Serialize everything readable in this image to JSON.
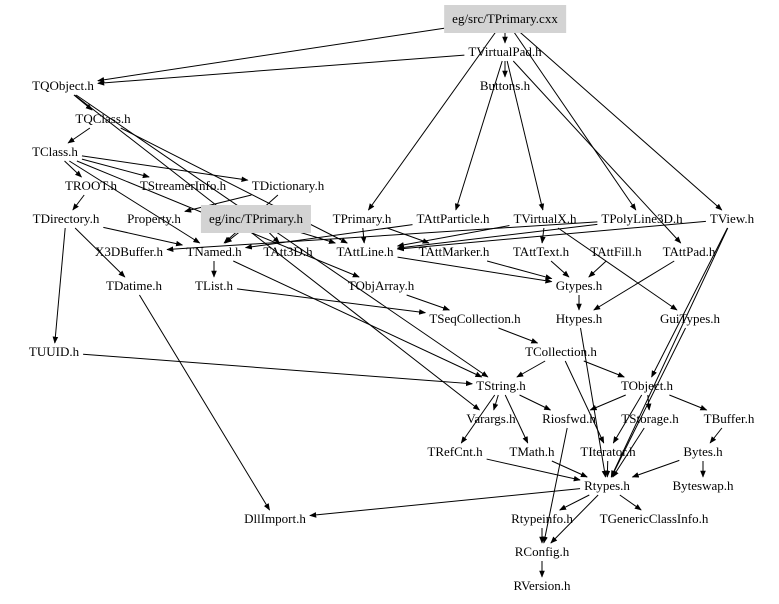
{
  "title": "eg/src/TPrimary.cxx include dependency graph",
  "colors": {
    "highlight": "#d3d3d3",
    "edge": "#000000",
    "text": "#000000",
    "background": "#ffffff"
  },
  "nodes": [
    {
      "id": "TPrimary_cxx",
      "label": "eg/src/TPrimary.cxx",
      "highlight": true
    },
    {
      "id": "TVirtualPad",
      "label": "TVirtualPad.h"
    },
    {
      "id": "Buttons",
      "label": "Buttons.h"
    },
    {
      "id": "TQObject",
      "label": "TQObject.h"
    },
    {
      "id": "TQClass",
      "label": "TQClass.h"
    },
    {
      "id": "TClass",
      "label": "TClass.h"
    },
    {
      "id": "TROOT",
      "label": "TROOT.h"
    },
    {
      "id": "TStreamerInfo",
      "label": "TStreamerInfo.h"
    },
    {
      "id": "TDictionary",
      "label": "TDictionary.h"
    },
    {
      "id": "TDirectory",
      "label": "TDirectory.h"
    },
    {
      "id": "Property",
      "label": "Property.h"
    },
    {
      "id": "TPrimary_inc",
      "label": "eg/inc/TPrimary.h",
      "highlight": true
    },
    {
      "id": "TPrimary_h",
      "label": "TPrimary.h"
    },
    {
      "id": "TAttParticle",
      "label": "TAttParticle.h"
    },
    {
      "id": "TVirtualX",
      "label": "TVirtualX.h"
    },
    {
      "id": "TPolyLine3D",
      "label": "TPolyLine3D.h"
    },
    {
      "id": "TView",
      "label": "TView.h"
    },
    {
      "id": "X3DBuffer",
      "label": "X3DBuffer.h"
    },
    {
      "id": "TNamed",
      "label": "TNamed.h"
    },
    {
      "id": "TAtt3D",
      "label": "TAtt3D.h"
    },
    {
      "id": "TAttLine",
      "label": "TAttLine.h"
    },
    {
      "id": "TAttMarker",
      "label": "TAttMarker.h"
    },
    {
      "id": "TAttText",
      "label": "TAttText.h"
    },
    {
      "id": "TAttFill",
      "label": "TAttFill.h"
    },
    {
      "id": "TAttPad",
      "label": "TAttPad.h"
    },
    {
      "id": "TDatime",
      "label": "TDatime.h"
    },
    {
      "id": "TList",
      "label": "TList.h"
    },
    {
      "id": "TObjArray",
      "label": "TObjArray.h"
    },
    {
      "id": "Gtypes",
      "label": "Gtypes.h"
    },
    {
      "id": "TSeqCollection",
      "label": "TSeqCollection.h"
    },
    {
      "id": "Htypes",
      "label": "Htypes.h"
    },
    {
      "id": "GuiTypes",
      "label": "GuiTypes.h"
    },
    {
      "id": "TUUID",
      "label": "TUUID.h"
    },
    {
      "id": "TCollection",
      "label": "TCollection.h"
    },
    {
      "id": "TString",
      "label": "TString.h"
    },
    {
      "id": "TObject",
      "label": "TObject.h"
    },
    {
      "id": "Varargs",
      "label": "Varargs.h"
    },
    {
      "id": "Riosfwd",
      "label": "Riosfwd.h"
    },
    {
      "id": "TStorage",
      "label": "TStorage.h"
    },
    {
      "id": "TBuffer",
      "label": "TBuffer.h"
    },
    {
      "id": "TRefCnt",
      "label": "TRefCnt.h"
    },
    {
      "id": "TMath",
      "label": "TMath.h"
    },
    {
      "id": "TIterator",
      "label": "TIterator.h"
    },
    {
      "id": "Bytes",
      "label": "Bytes.h"
    },
    {
      "id": "Rtypes",
      "label": "Rtypes.h"
    },
    {
      "id": "Byteswap",
      "label": "Byteswap.h"
    },
    {
      "id": "DllImport",
      "label": "DllImport.h"
    },
    {
      "id": "Rtypeinfo",
      "label": "Rtypeinfo.h"
    },
    {
      "id": "TGenericClassInfo",
      "label": "TGenericClassInfo.h"
    },
    {
      "id": "RConfig",
      "label": "RConfig.h"
    },
    {
      "id": "RVersion",
      "label": "RVersion.h"
    }
  ],
  "edges": [
    [
      "TPrimary_cxx",
      "TVirtualPad"
    ],
    [
      "TPrimary_cxx",
      "TQObject"
    ],
    [
      "TPrimary_cxx",
      "TPrimary_h"
    ],
    [
      "TPrimary_cxx",
      "TView"
    ],
    [
      "TPrimary_cxx",
      "TPolyLine3D"
    ],
    [
      "TVirtualPad",
      "Buttons"
    ],
    [
      "TVirtualPad",
      "TQObject"
    ],
    [
      "TVirtualPad",
      "TAttPad"
    ],
    [
      "TVirtualPad",
      "TVirtualX"
    ],
    [
      "TVirtualPad",
      "TAttParticle"
    ],
    [
      "TQObject",
      "TQClass"
    ],
    [
      "TQObject",
      "TString"
    ],
    [
      "TQObject",
      "Varargs"
    ],
    [
      "TQClass",
      "TClass"
    ],
    [
      "TQClass",
      "TAttLine"
    ],
    [
      "TClass",
      "TROOT"
    ],
    [
      "TClass",
      "TStreamerInfo"
    ],
    [
      "TClass",
      "TDictionary"
    ],
    [
      "TClass",
      "TNamed"
    ],
    [
      "TClass",
      "TObjArray"
    ],
    [
      "TROOT",
      "TDirectory"
    ],
    [
      "TDictionary",
      "Property"
    ],
    [
      "TDictionary",
      "TNamed"
    ],
    [
      "TDirectory",
      "TNamed"
    ],
    [
      "TDirectory",
      "TDatime"
    ],
    [
      "TDirectory",
      "TUUID"
    ],
    [
      "TPrimary_inc",
      "TNamed"
    ],
    [
      "TPrimary_inc",
      "TAttLine"
    ],
    [
      "TPrimary_inc",
      "TAtt3D"
    ],
    [
      "TPrimary_h",
      "TAttLine"
    ],
    [
      "TPrimary_h",
      "TAttMarker"
    ],
    [
      "TAttParticle",
      "TNamed"
    ],
    [
      "TVirtualX",
      "TAttLine"
    ],
    [
      "TVirtualX",
      "TAttText"
    ],
    [
      "TVirtualX",
      "GuiTypes"
    ],
    [
      "TPolyLine3D",
      "TAttLine"
    ],
    [
      "TPolyLine3D",
      "X3DBuffer"
    ],
    [
      "TView",
      "TAttLine"
    ],
    [
      "TView",
      "TObject"
    ],
    [
      "TView",
      "Rtypes"
    ],
    [
      "TNamed",
      "TList"
    ],
    [
      "TNamed",
      "TString"
    ],
    [
      "TAttLine",
      "Gtypes"
    ],
    [
      "TAttMarker",
      "Gtypes"
    ],
    [
      "TAttText",
      "Gtypes"
    ],
    [
      "TAttFill",
      "Gtypes"
    ],
    [
      "TAttPad",
      "Htypes"
    ],
    [
      "TList",
      "TSeqCollection"
    ],
    [
      "TObjArray",
      "TSeqCollection"
    ],
    [
      "TSeqCollection",
      "TCollection"
    ],
    [
      "Gtypes",
      "Htypes"
    ],
    [
      "Htypes",
      "Rtypes"
    ],
    [
      "GuiTypes",
      "Rtypes"
    ],
    [
      "TUUID",
      "TString"
    ],
    [
      "TDatime",
      "DllImport"
    ],
    [
      "TCollection",
      "TString"
    ],
    [
      "TCollection",
      "TObject"
    ],
    [
      "TCollection",
      "TIterator"
    ],
    [
      "TString",
      "Varargs"
    ],
    [
      "TString",
      "TRefCnt"
    ],
    [
      "TString",
      "TMath"
    ],
    [
      "TString",
      "Riosfwd"
    ],
    [
      "TObject",
      "Riosfwd"
    ],
    [
      "TObject",
      "TStorage"
    ],
    [
      "TObject",
      "TBuffer"
    ],
    [
      "TObject",
      "TIterator"
    ],
    [
      "TStorage",
      "Rtypes"
    ],
    [
      "TBuffer",
      "Bytes"
    ],
    [
      "Bytes",
      "Byteswap"
    ],
    [
      "Bytes",
      "Rtypes"
    ],
    [
      "TRefCnt",
      "Rtypes"
    ],
    [
      "TMath",
      "Rtypes"
    ],
    [
      "TIterator",
      "Rtypes"
    ],
    [
      "Rtypes",
      "DllImport"
    ],
    [
      "Rtypes",
      "Rtypeinfo"
    ],
    [
      "Rtypes",
      "TGenericClassInfo"
    ],
    [
      "Rtypes",
      "RConfig"
    ],
    [
      "Riosfwd",
      "RConfig"
    ],
    [
      "Rtypeinfo",
      "RConfig"
    ],
    [
      "RConfig",
      "RVersion"
    ]
  ]
}
